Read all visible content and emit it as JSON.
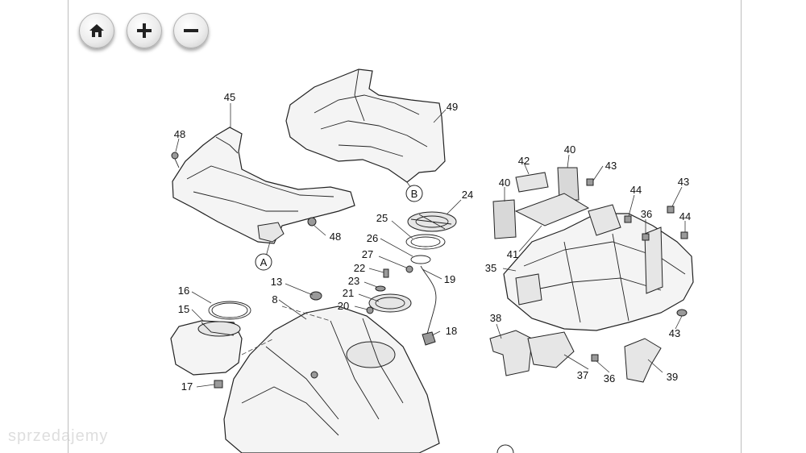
{
  "toolbar": {
    "home_icon": "home-icon",
    "zoom_in_icon": "plus-icon",
    "zoom_out_icon": "minus-icon"
  },
  "callouts": {
    "c45": "45",
    "c48a": "48",
    "c48b": "48",
    "c49": "49",
    "cA": "A",
    "cB": "B",
    "c24": "24",
    "c25": "25",
    "c26": "26",
    "c27": "27",
    "c19": "19",
    "c22": "22",
    "c23": "23",
    "c21": "21",
    "c20": "20",
    "c18": "18",
    "c13": "13",
    "c8": "8",
    "c16": "16",
    "c15": "15",
    "c17": "17",
    "c42": "42",
    "c40a": "40",
    "c40b": "40",
    "c43a": "43",
    "c43b": "43",
    "c43c": "43",
    "c44a": "44",
    "c44b": "44",
    "c36a": "36",
    "c36b": "36",
    "c41": "41",
    "c35": "35",
    "c38": "38",
    "c37": "37",
    "c39": "39"
  },
  "watermark": "sprzedajemy"
}
